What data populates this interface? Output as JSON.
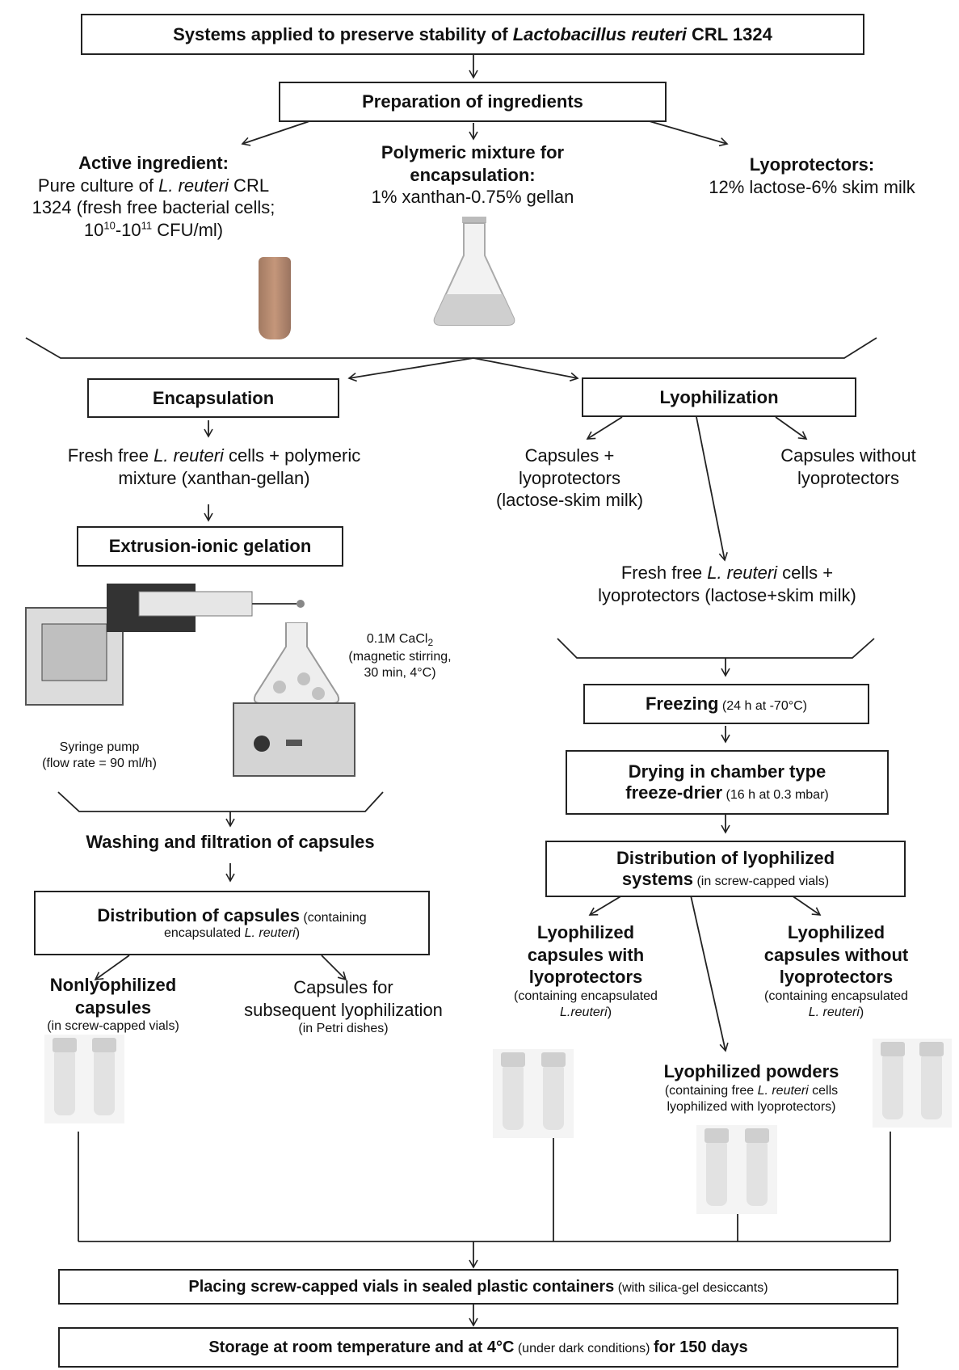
{
  "title": {
    "pre": "Systems applied to preserve stability of ",
    "italic": "Lactobacillus reuteri",
    "post": " CRL 1324"
  },
  "prep": "Preparation of ingredients",
  "active": {
    "heading": "Active ingredient:",
    "l1_pre": "Pure culture of ",
    "l1_it": "L. reuteri",
    "l1_post": " CRL",
    "l2": "1324 (fresh free bacterial cells;",
    "l3_a": "10",
    "l3_sup1": "10",
    "l3_b": "-10",
    "l3_sup2": "11",
    "l3_c": " CFU/ml)"
  },
  "polymer": {
    "heading1": "Polymeric mixture for",
    "heading2": "encapsulation:",
    "line": "1% xanthan-0.75% gellan"
  },
  "lyoprot": {
    "heading": "Lyoprotectors:",
    "line": "12% lactose-6% skim milk"
  },
  "encapsulation": "Encapsulation",
  "lyophilization": "Lyophilization",
  "fresh_mix": {
    "l1_pre": "Fresh free ",
    "l1_it": "L. reuteri",
    "l1_post": " cells + polymeric",
    "l2": "mixture (xanthan-gellan)"
  },
  "caps_lyo": {
    "l1": "Capsules +",
    "l2": "lyoprotectors",
    "l3": "(lactose-skim milk)"
  },
  "caps_nolyo": {
    "l1": "Capsules without",
    "l2": "lyoprotectors"
  },
  "extrusion": "Extrusion-ionic gelation",
  "fresh_lyo": {
    "l1_pre": "Fresh free ",
    "l1_it": "L. reuteri",
    "l1_post": " cells +",
    "l2": "lyoprotectors (lactose+skim milk)"
  },
  "cacl": {
    "l1_a": "0.1M CaCl",
    "l1_sub": "2",
    "l2": "(magnetic stirring,",
    "l3": "30 min, 4°C)"
  },
  "pump": {
    "l1": "Syringe pump",
    "l2": "(flow rate = 90 ml/h)"
  },
  "freezing": {
    "bold": "Freezing",
    "normal": " (24 h at -70°C)"
  },
  "drying": {
    "l1": "Drying in chamber type",
    "l2_bold": "freeze-drier",
    "l2_normal": " (16 h at 0.3 mbar)"
  },
  "washing": "Washing and filtration of capsules",
  "dist_lyo": {
    "l1": "Distribution of lyophilized",
    "l2_bold": "systems",
    "l2_normal": " (in screw-capped vials)"
  },
  "dist_caps": {
    "l1_bold": "Distribution of capsules",
    "l1_normal": " (containing",
    "l2_pre": "encapsulated ",
    "l2_it": "L. reuteri",
    "l2_post": ")"
  },
  "lyo_caps_with": {
    "l1": "Lyophilized",
    "l2": "capsules with",
    "l3": "lyoprotectors",
    "l4": "(containing encapsulated",
    "l5_it": "L.reuteri",
    "l5_post": ")"
  },
  "lyo_caps_without": {
    "l1": "Lyophilized",
    "l2": "capsules without",
    "l3": "lyoprotectors",
    "l4": "(containing encapsulated",
    "l5_it": "L. reuteri",
    "l5_post": ")"
  },
  "nonlyo": {
    "l1": "Nonlyophilized",
    "l2": "capsules",
    "l3": "(in screw-capped vials)"
  },
  "caps_sub": {
    "l1": "Capsules for",
    "l2": "subsequent lyophilization",
    "l3": "(in Petri dishes)"
  },
  "powders": {
    "l1": "Lyophilized powders",
    "l2_pre": "(containing free ",
    "l2_it": "L. reuteri",
    "l2_post": " cells",
    "l3": "lyophilized with lyoprotectors)"
  },
  "placing": {
    "bold": "Placing screw-capped vials in sealed plastic containers",
    "normal": " (with silica-gel desiccants)"
  },
  "storage": {
    "bold1": "Storage at room temperature and at 4°C",
    "normal": " (under dark conditions) ",
    "bold2": "for 150 days"
  }
}
